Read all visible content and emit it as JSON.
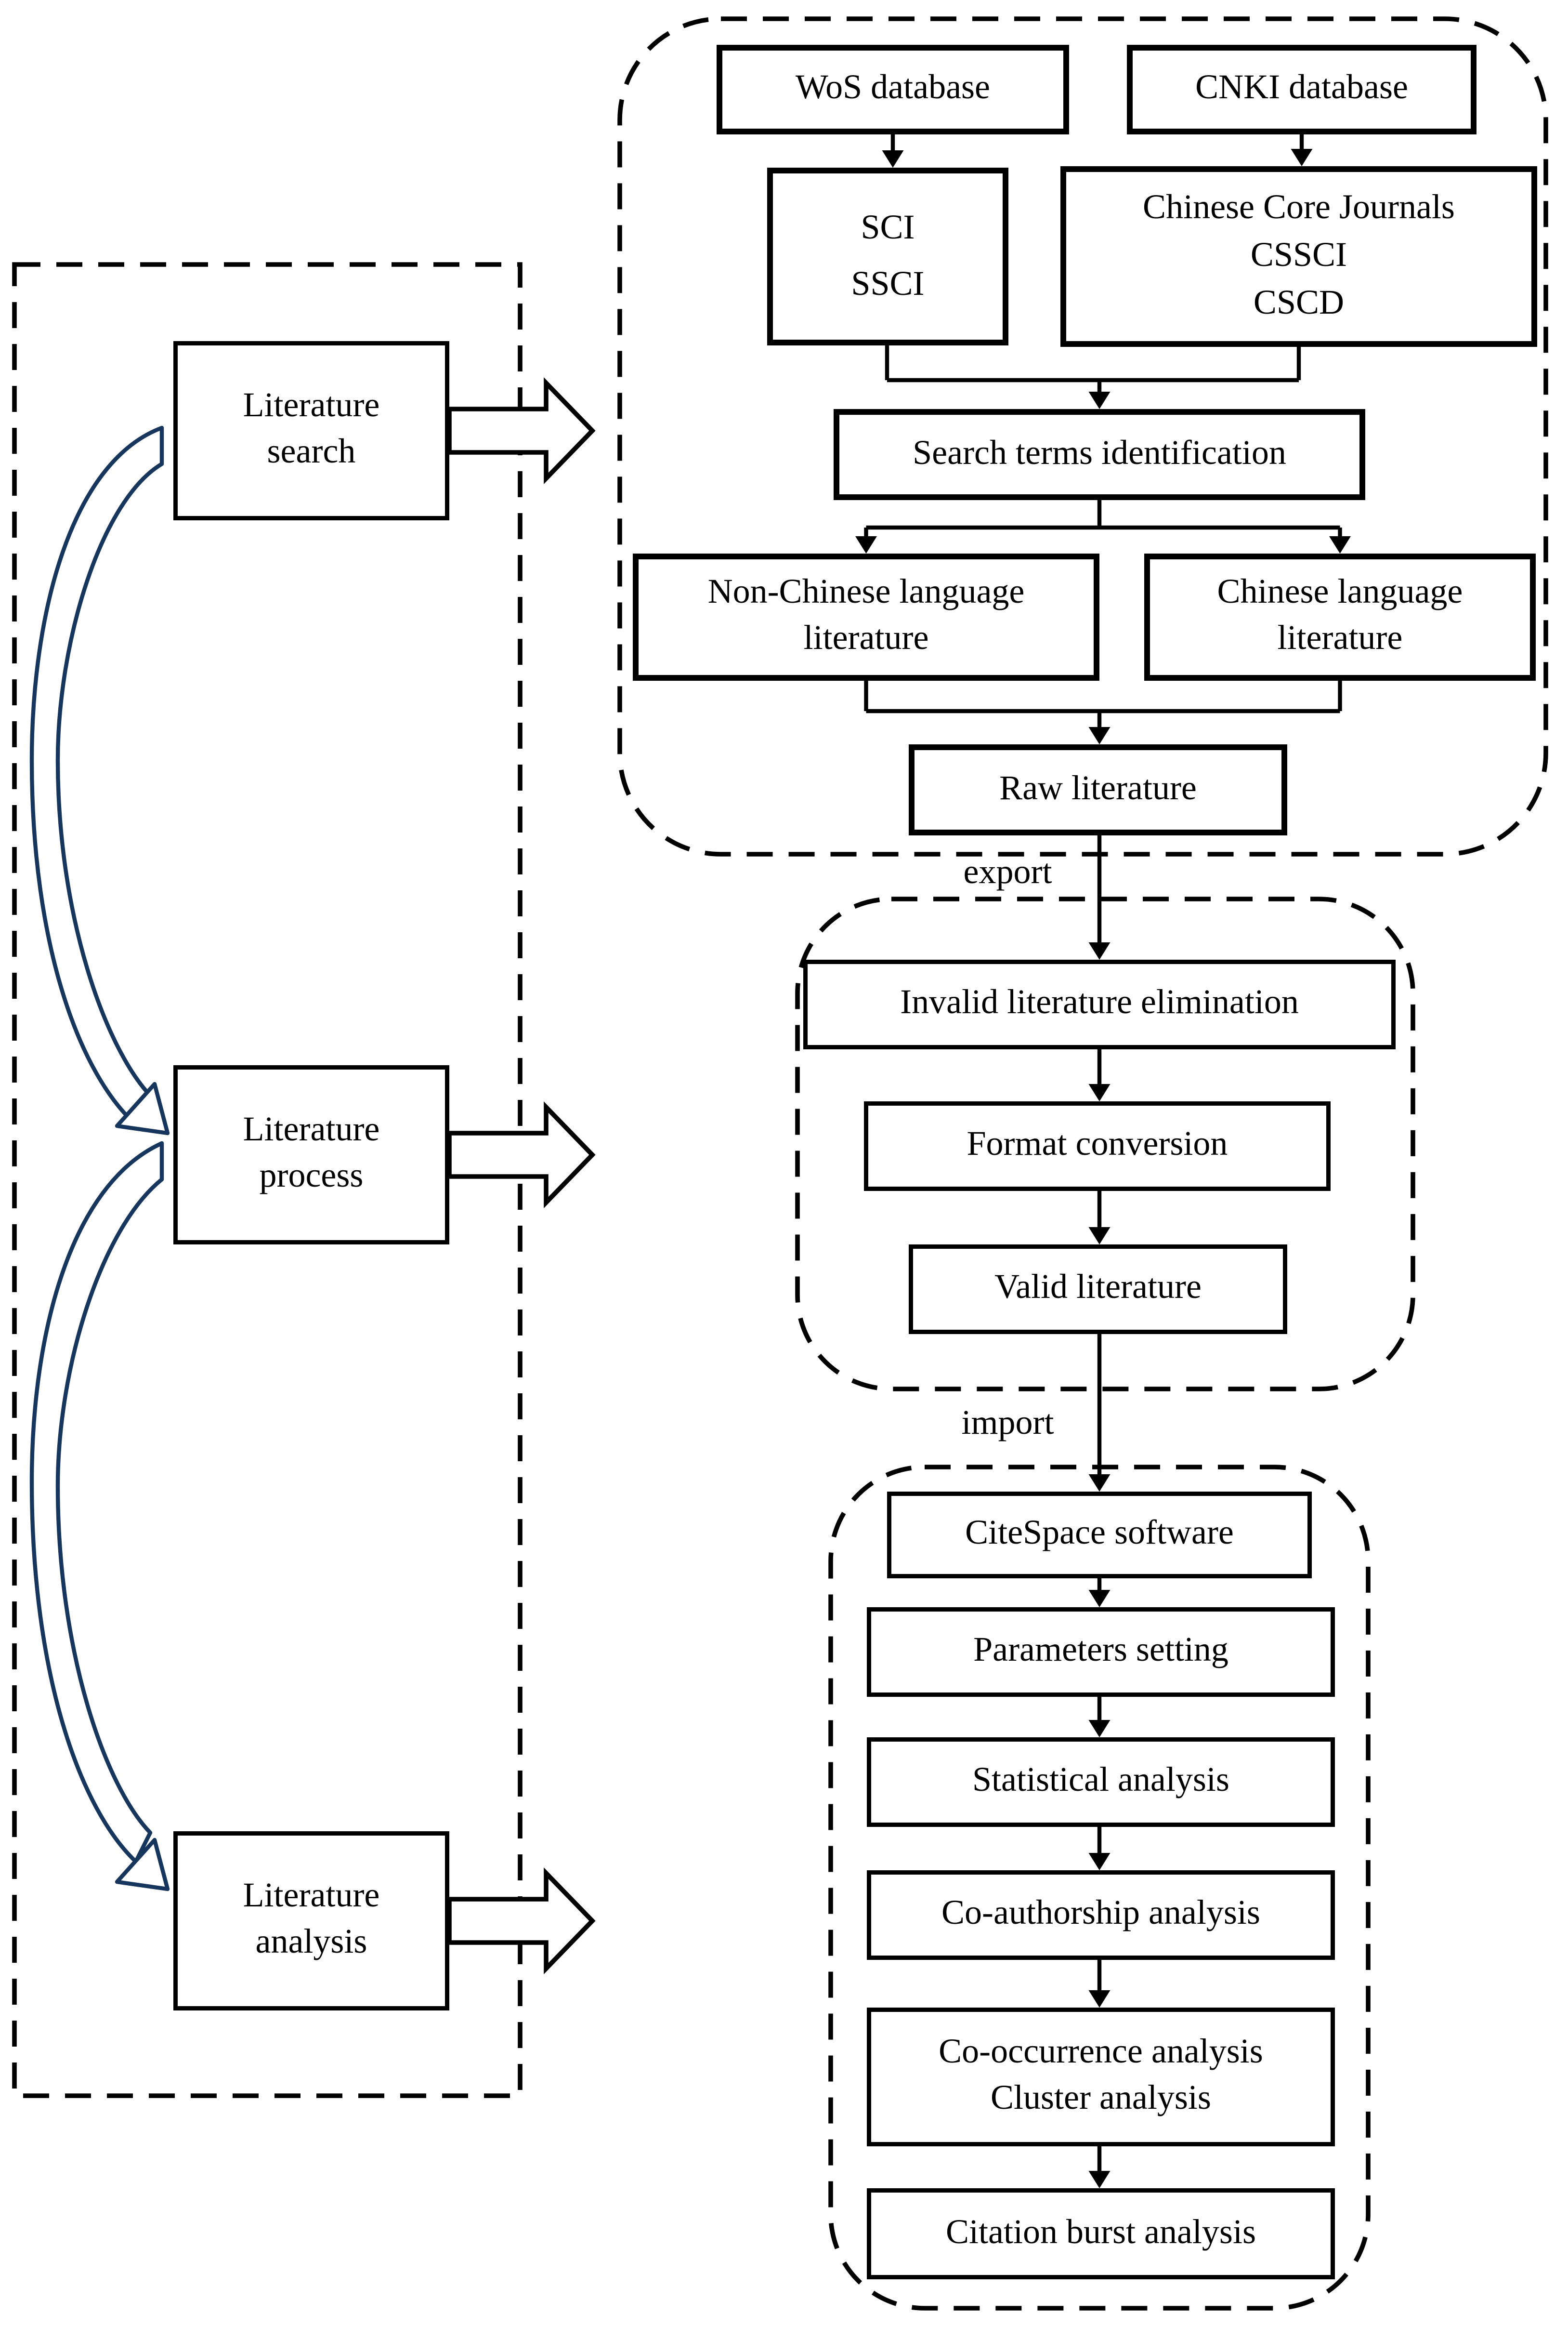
{
  "colors": {
    "accent_navy": "#17365D",
    "line_black": "#000000",
    "box_fill": "#FFFFFF"
  },
  "stage_panel": {
    "stages": [
      {
        "label": "Literature\nsearch"
      },
      {
        "label": "Literature\nprocess"
      },
      {
        "label": "Literature\nanalysis"
      }
    ]
  },
  "search_section": {
    "wos_label": "WoS database",
    "cnki_label": "CNKI database",
    "sci_ssci_label": "SCI\nSSCI",
    "chinese_core_label": "Chinese Core Journals\nCSSCI\nCSCD",
    "search_terms_label": "Search terms identification",
    "non_chinese_label": "Non-Chinese language\nliterature",
    "chinese_label": "Chinese language\nliterature",
    "raw_label": "Raw literature"
  },
  "process_section": {
    "edge_label": "export",
    "invalid_label": "Invalid literature elimination",
    "format_label": "Format conversion",
    "valid_label": "Valid literature"
  },
  "analysis_section": {
    "edge_label": "import",
    "citespace_label": "CiteSpace software",
    "parameters_label": "Parameters setting",
    "statistical_label": "Statistical analysis",
    "coauthorship_label": "Co-authorship analysis",
    "cooccurrence_label": "Co-occurrence analysis\nCluster analysis",
    "citation_burst_label": "Citation burst analysis"
  }
}
